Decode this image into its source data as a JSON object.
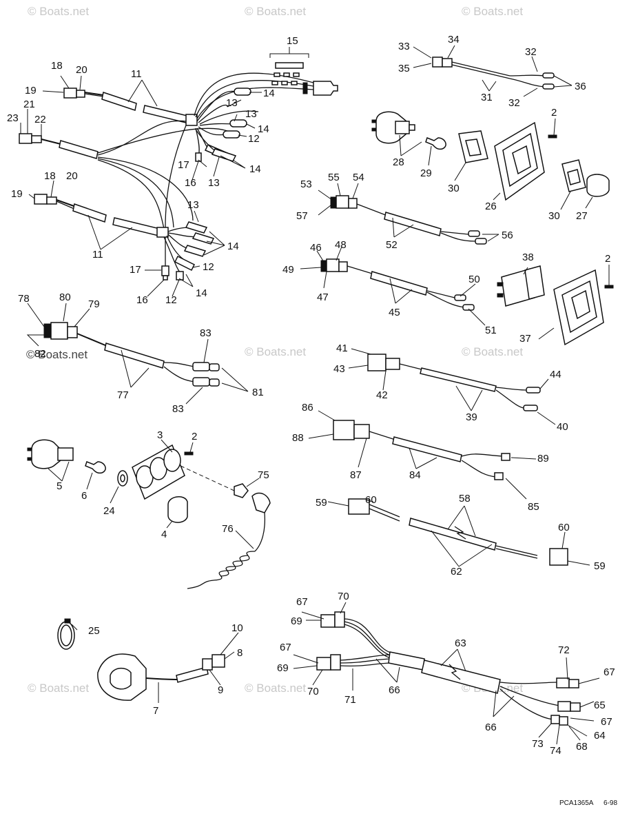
{
  "watermark": {
    "text": "© Boats.net",
    "color": "#c8c8c8"
  },
  "footer": {
    "code": "PCA1365A",
    "date": "6-98"
  },
  "callouts": [
    {
      "id": "c15",
      "text": "15"
    },
    {
      "id": "c11a",
      "text": "11"
    },
    {
      "id": "c18a",
      "text": "18"
    },
    {
      "id": "c20a",
      "text": "20"
    },
    {
      "id": "c19a",
      "text": "19"
    },
    {
      "id": "c14a",
      "text": "14"
    },
    {
      "id": "c13a",
      "text": "13"
    },
    {
      "id": "c21",
      "text": "21"
    },
    {
      "id": "c23",
      "text": "23"
    },
    {
      "id": "c22",
      "text": "22"
    },
    {
      "id": "c13b",
      "text": "13"
    },
    {
      "id": "c14b",
      "text": "14"
    },
    {
      "id": "c12a",
      "text": "12"
    },
    {
      "id": "c17a",
      "text": "17"
    },
    {
      "id": "c14c",
      "text": "14"
    },
    {
      "id": "c16a",
      "text": "16"
    },
    {
      "id": "c13c",
      "text": "13"
    },
    {
      "id": "c18b",
      "text": "18"
    },
    {
      "id": "c20b",
      "text": "20"
    },
    {
      "id": "c19b",
      "text": "19"
    },
    {
      "id": "c13d",
      "text": "13"
    },
    {
      "id": "c14d",
      "text": "14"
    },
    {
      "id": "c11b",
      "text": "11"
    },
    {
      "id": "c17b",
      "text": "17"
    },
    {
      "id": "c12b",
      "text": "12"
    },
    {
      "id": "c16b",
      "text": "16"
    },
    {
      "id": "c12c",
      "text": "12"
    },
    {
      "id": "c14e",
      "text": "14"
    },
    {
      "id": "c33",
      "text": "33"
    },
    {
      "id": "c34",
      "text": "34"
    },
    {
      "id": "c35",
      "text": "35"
    },
    {
      "id": "c32a",
      "text": "32"
    },
    {
      "id": "c36",
      "text": "36"
    },
    {
      "id": "c31",
      "text": "31"
    },
    {
      "id": "c32b",
      "text": "32"
    },
    {
      "id": "c2a",
      "text": "2"
    },
    {
      "id": "c28",
      "text": "28"
    },
    {
      "id": "c29",
      "text": "29"
    },
    {
      "id": "c30a",
      "text": "30"
    },
    {
      "id": "c26",
      "text": "26"
    },
    {
      "id": "c30b",
      "text": "30"
    },
    {
      "id": "c27",
      "text": "27"
    },
    {
      "id": "c53",
      "text": "53"
    },
    {
      "id": "c55",
      "text": "55"
    },
    {
      "id": "c54",
      "text": "54"
    },
    {
      "id": "c57",
      "text": "57"
    },
    {
      "id": "c56",
      "text": "56"
    },
    {
      "id": "c52",
      "text": "52"
    },
    {
      "id": "c46",
      "text": "46"
    },
    {
      "id": "c48",
      "text": "48"
    },
    {
      "id": "c49",
      "text": "49"
    },
    {
      "id": "c47",
      "text": "47"
    },
    {
      "id": "c45",
      "text": "45"
    },
    {
      "id": "c50",
      "text": "50"
    },
    {
      "id": "c51",
      "text": "51"
    },
    {
      "id": "c38",
      "text": "38"
    },
    {
      "id": "c2b",
      "text": "2"
    },
    {
      "id": "c37",
      "text": "37"
    },
    {
      "id": "c78",
      "text": "78"
    },
    {
      "id": "c80",
      "text": "80"
    },
    {
      "id": "c79",
      "text": "79"
    },
    {
      "id": "c82",
      "text": "82"
    },
    {
      "id": "c83a",
      "text": "83"
    },
    {
      "id": "c77",
      "text": "77"
    },
    {
      "id": "c81",
      "text": "81"
    },
    {
      "id": "c83b",
      "text": "83"
    },
    {
      "id": "c41",
      "text": "41"
    },
    {
      "id": "c43",
      "text": "43"
    },
    {
      "id": "c42",
      "text": "42"
    },
    {
      "id": "c44",
      "text": "44"
    },
    {
      "id": "c39",
      "text": "39"
    },
    {
      "id": "c40",
      "text": "40"
    },
    {
      "id": "c3",
      "text": "3"
    },
    {
      "id": "c2c",
      "text": "2"
    },
    {
      "id": "c5",
      "text": "5"
    },
    {
      "id": "c6",
      "text": "6"
    },
    {
      "id": "c24",
      "text": "24"
    },
    {
      "id": "c4",
      "text": "4"
    },
    {
      "id": "c75",
      "text": "75"
    },
    {
      "id": "c76",
      "text": "76"
    },
    {
      "id": "c86",
      "text": "86"
    },
    {
      "id": "c88",
      "text": "88"
    },
    {
      "id": "c87",
      "text": "87"
    },
    {
      "id": "c84",
      "text": "84"
    },
    {
      "id": "c89",
      "text": "89"
    },
    {
      "id": "c85",
      "text": "85"
    },
    {
      "id": "c59a",
      "text": "59"
    },
    {
      "id": "c60a",
      "text": "60"
    },
    {
      "id": "c58",
      "text": "58"
    },
    {
      "id": "c60b",
      "text": "60"
    },
    {
      "id": "c59b",
      "text": "59"
    },
    {
      "id": "c62",
      "text": "62"
    },
    {
      "id": "c25",
      "text": "25"
    },
    {
      "id": "c10",
      "text": "10"
    },
    {
      "id": "c8",
      "text": "8"
    },
    {
      "id": "c9",
      "text": "9"
    },
    {
      "id": "c7",
      "text": "7"
    },
    {
      "id": "c67a",
      "text": "67"
    },
    {
      "id": "c70a",
      "text": "70"
    },
    {
      "id": "c69a",
      "text": "69"
    },
    {
      "id": "c63",
      "text": "63"
    },
    {
      "id": "c67b",
      "text": "67"
    },
    {
      "id": "c69b",
      "text": "69"
    },
    {
      "id": "c70b",
      "text": "70"
    },
    {
      "id": "c71",
      "text": "71"
    },
    {
      "id": "c66a",
      "text": "66"
    },
    {
      "id": "c72",
      "text": "72"
    },
    {
      "id": "c67c",
      "text": "67"
    },
    {
      "id": "c65",
      "text": "65"
    },
    {
      "id": "c66b",
      "text": "66"
    },
    {
      "id": "c67d",
      "text": "67"
    },
    {
      "id": "c64",
      "text": "64"
    },
    {
      "id": "c73",
      "text": "73"
    },
    {
      "id": "c74",
      "text": "74"
    },
    {
      "id": "c68",
      "text": "68"
    }
  ]
}
